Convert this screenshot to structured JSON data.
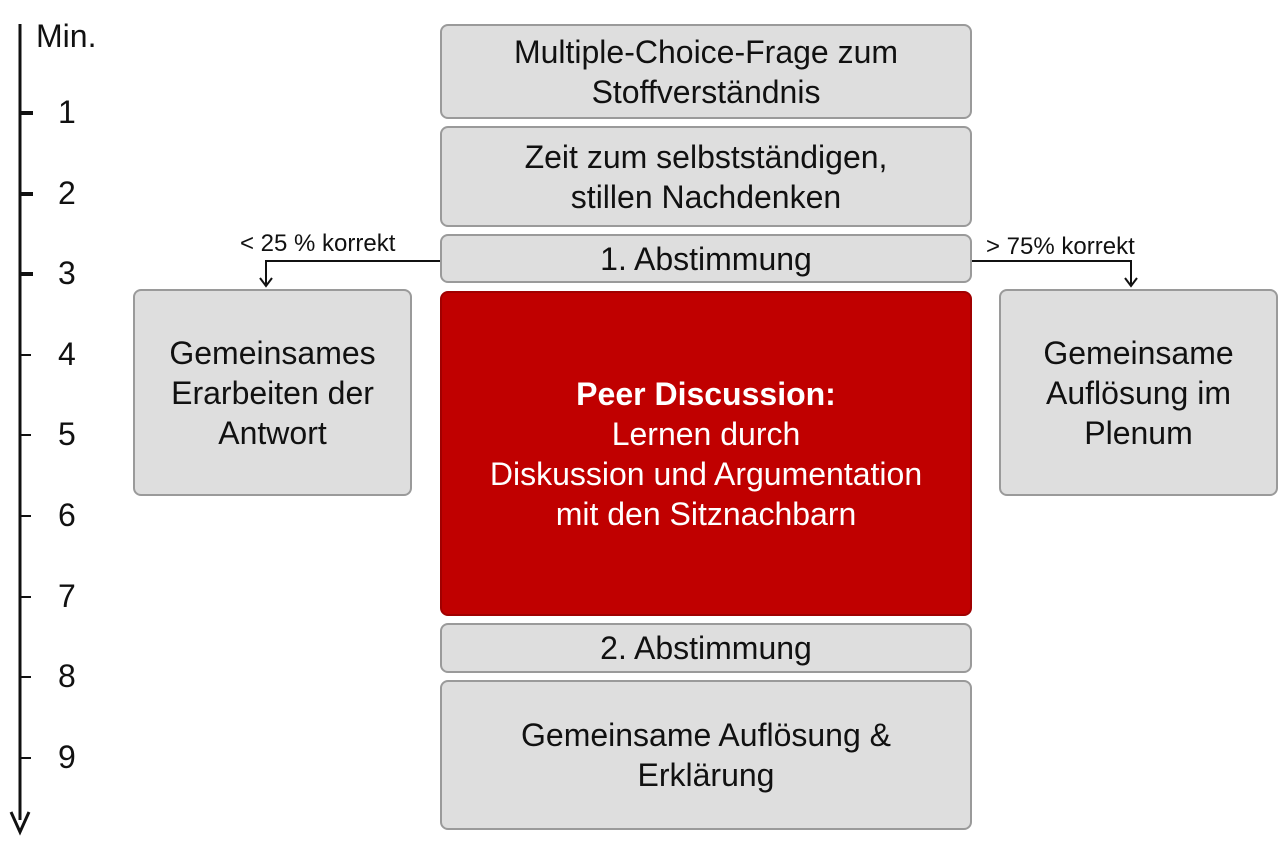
{
  "axis": {
    "unit_label": "Min.",
    "ticks": [
      "1",
      "2",
      "3",
      "4",
      "5",
      "6",
      "7",
      "8",
      "9"
    ]
  },
  "flow": {
    "question": {
      "line1": "Multiple-Choice-Frage zum",
      "line2": "Stoffverständnis"
    },
    "reflection": {
      "line1": "Zeit zum selbstständigen,",
      "line2": "stillen Nachdenken"
    },
    "vote1": "1. Abstimmung",
    "discussion": {
      "title": "Peer Discussion:",
      "line1": "Lernen durch",
      "line2": "Diskussion und Argumentation",
      "line3": "mit den Sitznachbarn"
    },
    "vote2": "2. Abstimmung",
    "resolution": {
      "line1": "Gemeinsame Auflösung &",
      "line2": "Erklärung"
    }
  },
  "branches": {
    "left": {
      "condition": "< 25 % korrekt",
      "box": {
        "line1": "Gemeinsames",
        "line2": "Erarbeiten der",
        "line3": "Antwort"
      }
    },
    "right": {
      "condition": "> 75% korrekt",
      "box": {
        "line1": "Gemeinsame",
        "line2": "Auflösung im",
        "line3": "Plenum"
      }
    }
  },
  "colors": {
    "box_fill": "#dedede",
    "box_border": "#9a9a9a",
    "highlight_fill": "#c00000",
    "line": "#111111"
  }
}
